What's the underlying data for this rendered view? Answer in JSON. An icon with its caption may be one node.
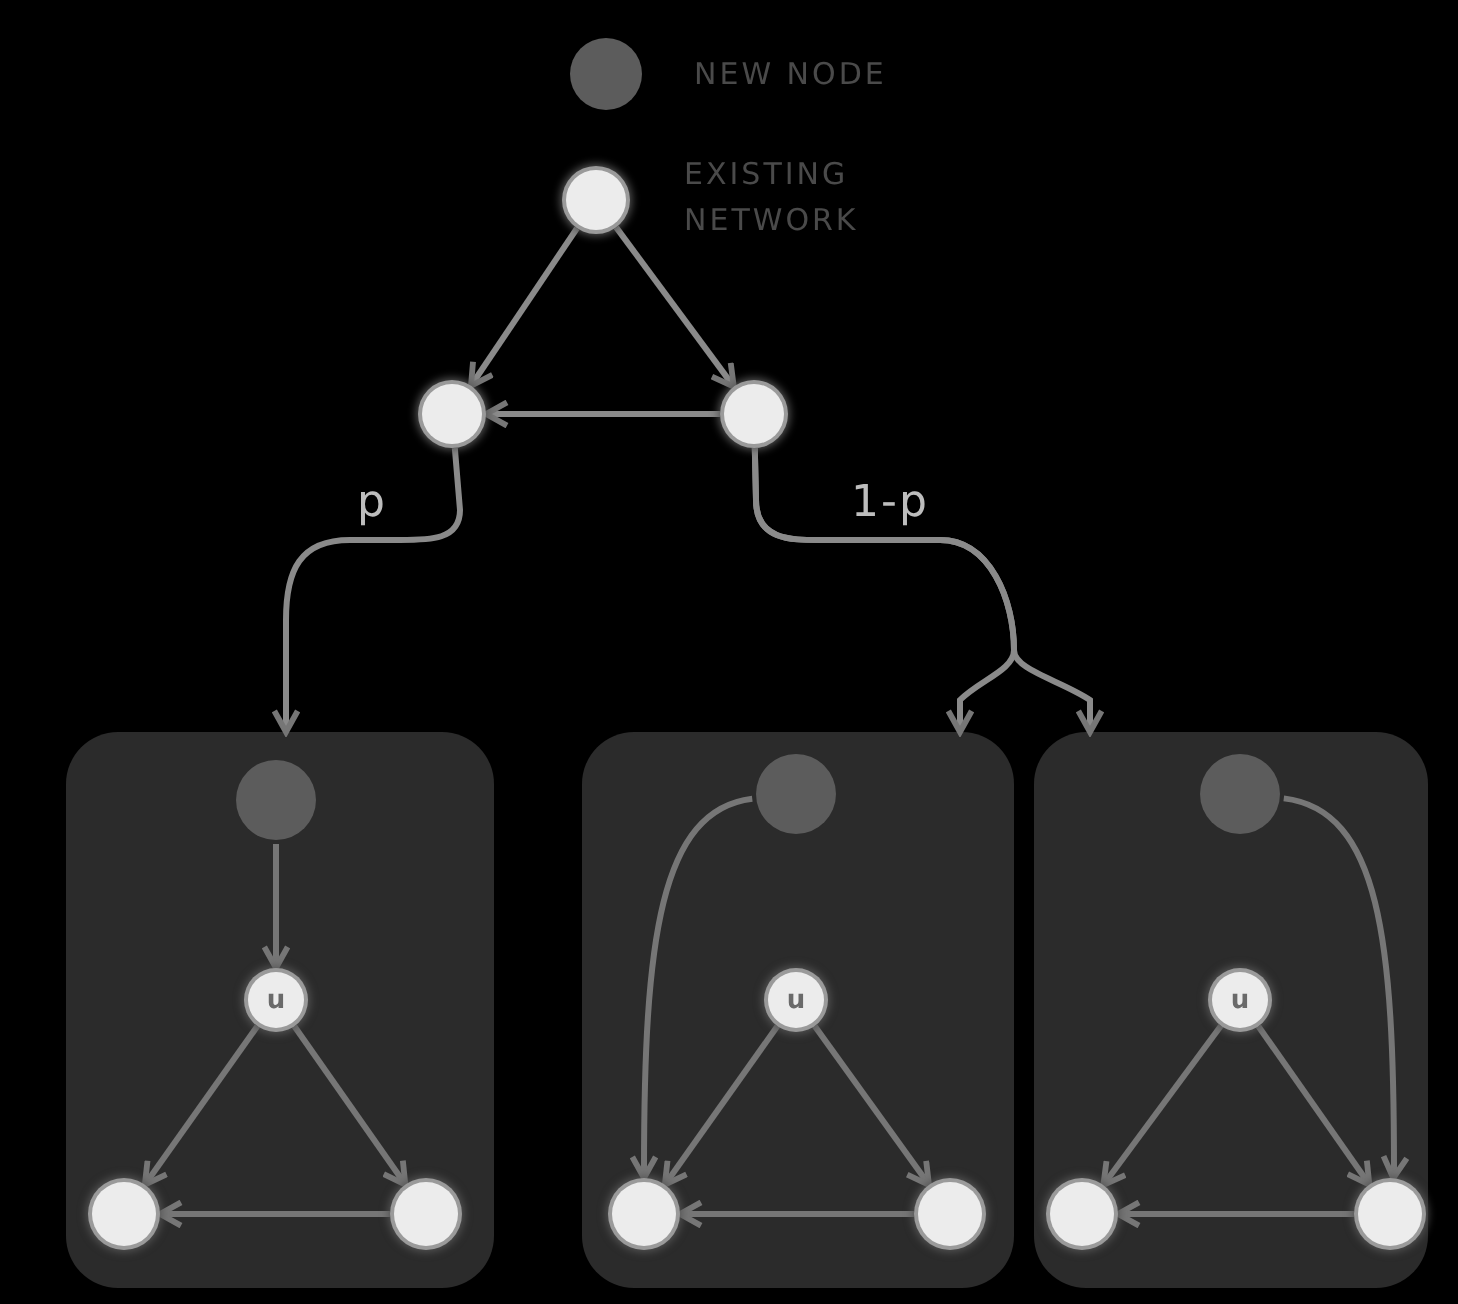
{
  "diagram": {
    "nodes": [
      {
        "text": [],
        "shape": "circle",
        "beside": [
          "EXISTING NETWORK"
        ]
      },
      {
        "text": [],
        "shape": "circle"
      },
      {
        "text": [],
        "shape": "circle"
      },
      {
        "text": [],
        "shape": "box"
      },
      {
        "text": [],
        "shape": "circle",
        "in": 3
      },
      {
        "text": [
          "u"
        ],
        "in": 3
      },
      {
        "text": [],
        "shape": "circle",
        "in": 3
      },
      {
        "text": [],
        "shape": "circle",
        "in": 3
      },
      {
        "text": [],
        "shape": "box"
      },
      {
        "text": [],
        "shape": "circle",
        "in": 8
      },
      {
        "text": [
          "u"
        ],
        "in": 8
      },
      {
        "text": [],
        "shape": "circle",
        "in": 8
      },
      {
        "text": [],
        "shape": "circle",
        "in": 8
      },
      {
        "text": [],
        "shape": "box"
      },
      {
        "text": [],
        "shape": "circle",
        "in": 13
      },
      {
        "text": [
          "u"
        ],
        "in": 13
      },
      {
        "text": [],
        "shape": "circle",
        "in": 13
      },
      {
        "text": [],
        "shape": "circle",
        "in": 13
      }
    ],
    "edges": [
      {
        "from": 0,
        "to": 1,
        "arrow": "to"
      },
      {
        "from": 0,
        "to": 2,
        "arrow": "to"
      },
      {
        "from": 2,
        "to": 1,
        "arrow": "to"
      },
      {
        "from": 1,
        "to": 3,
        "arrow": "to",
        "label": "p"
      },
      {
        "from": 2,
        "to": 8,
        "arrow": "to",
        "label": "1-p"
      },
      {
        "from": 2,
        "to": 13,
        "arrow": "to"
      },
      {
        "from": 4,
        "to": 5,
        "arrow": "to"
      },
      {
        "from": 5,
        "to": 6,
        "arrow": "to"
      },
      {
        "from": 5,
        "to": 7,
        "arrow": "to"
      },
      {
        "from": 7,
        "to": 6,
        "arrow": "to"
      },
      {
        "from": 9,
        "to": 11,
        "arrow": "to"
      },
      {
        "from": 10,
        "to": 11,
        "arrow": "to"
      },
      {
        "from": 10,
        "to": 12,
        "arrow": "to"
      },
      {
        "from": 12,
        "to": 11,
        "arrow": "to"
      },
      {
        "from": 14,
        "to": 17,
        "arrow": "to"
      },
      {
        "from": 15,
        "to": 16,
        "arrow": "to"
      },
      {
        "from": 15,
        "to": 17,
        "arrow": "to"
      },
      {
        "from": 17,
        "to": 16,
        "arrow": "to"
      }
    ],
    "legend": [
      {
        "text": "NEW NODE",
        "color": "#5c5c5c"
      }
    ]
  }
}
